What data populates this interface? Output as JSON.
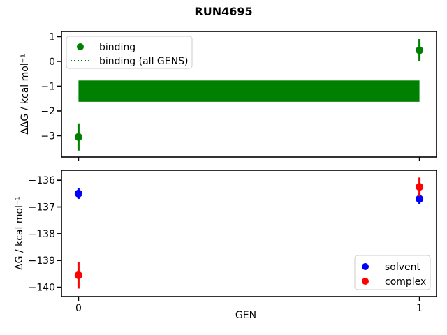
{
  "figure": {
    "title": "RUN4695",
    "xlabel": "GEN",
    "background": "#ffffff"
  },
  "chart_data": [
    {
      "type": "scatter",
      "name": "relative-binding-free-energy",
      "ylabel": "ΔΔG / kcal mol⁻¹",
      "xlabel": "",
      "grid": false,
      "xlim": [
        -0.05,
        1.05
      ],
      "ylim": [
        -3.86,
        1.21
      ],
      "ytick_values": [
        1,
        0,
        -1,
        -2,
        -3
      ],
      "ytick_labels": [
        "1",
        "0",
        "−1",
        "−2",
        "−3"
      ],
      "xtick_values": [
        0,
        1
      ],
      "xtick_labels": [
        "",
        ""
      ],
      "series": [
        {
          "name": "binding",
          "color": "#008000",
          "marker": "circle",
          "x": [
            0,
            1
          ],
          "y": [
            -3.05,
            0.45
          ],
          "yerr": [
            0.55,
            0.45
          ]
        }
      ],
      "band": {
        "name": "binding (all GENS)",
        "color": "#008000",
        "x_range": [
          0,
          1
        ],
        "y_center": -1.2,
        "y_halfwidth": 0.43
      },
      "legend": {
        "location": "upper left",
        "entries": [
          {
            "label": "binding",
            "marker": "circle",
            "color": "#008000"
          },
          {
            "label": "binding (all GENS)",
            "marker": "dotted-line",
            "color": "#008000"
          }
        ]
      }
    },
    {
      "type": "scatter",
      "name": "absolute-free-energies",
      "ylabel": "ΔG / kcal mol⁻¹",
      "xlabel": "GEN",
      "grid": false,
      "xlim": [
        -0.05,
        1.05
      ],
      "ylim": [
        -140.35,
        -135.63
      ],
      "ytick_values": [
        -136,
        -137,
        -138,
        -139,
        -140
      ],
      "ytick_labels": [
        "−136",
        "−137",
        "−138",
        "−139",
        "−140"
      ],
      "xtick_values": [
        0,
        1
      ],
      "xtick_labels": [
        "0",
        "1"
      ],
      "series": [
        {
          "name": "solvent",
          "color": "#0000ff",
          "marker": "circle",
          "x": [
            0,
            1
          ],
          "y": [
            -136.5,
            -136.7
          ],
          "yerr": [
            0.2,
            0.2
          ]
        },
        {
          "name": "complex",
          "color": "#ff0000",
          "marker": "circle",
          "x": [
            0,
            1
          ],
          "y": [
            -139.55,
            -136.25
          ],
          "yerr": [
            0.5,
            0.35
          ]
        }
      ],
      "legend": {
        "location": "lower right",
        "entries": [
          {
            "label": "solvent",
            "marker": "circle",
            "color": "#0000ff"
          },
          {
            "label": "complex",
            "marker": "circle",
            "color": "#ff0000"
          }
        ]
      }
    }
  ]
}
